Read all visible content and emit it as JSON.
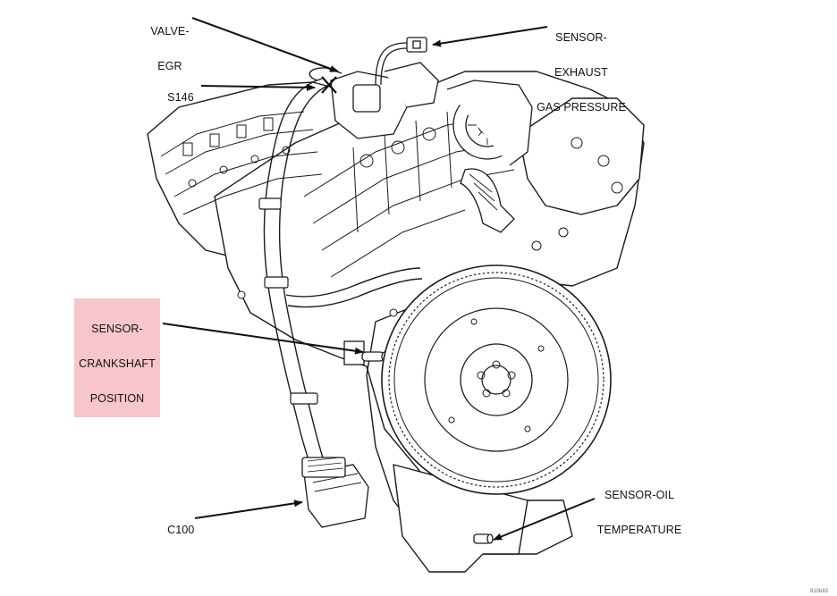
{
  "labels": {
    "valve_egr": [
      "VALVE-",
      "EGR"
    ],
    "s146": "S146",
    "sensor_exhaust": [
      "SENSOR-",
      "EXHAUST",
      "GAS PRESSURE"
    ],
    "sensor_crankshaft": [
      "SENSOR-",
      "CRANKSHAFT",
      "POSITION"
    ],
    "c100": "C100",
    "sensor_oil": [
      "SENSOR-OIL",
      "TEMPERATURE"
    ],
    "figure_code": "810b83"
  },
  "colors": {
    "highlight": "#f7c6cb",
    "line": "#1a1a1a"
  }
}
